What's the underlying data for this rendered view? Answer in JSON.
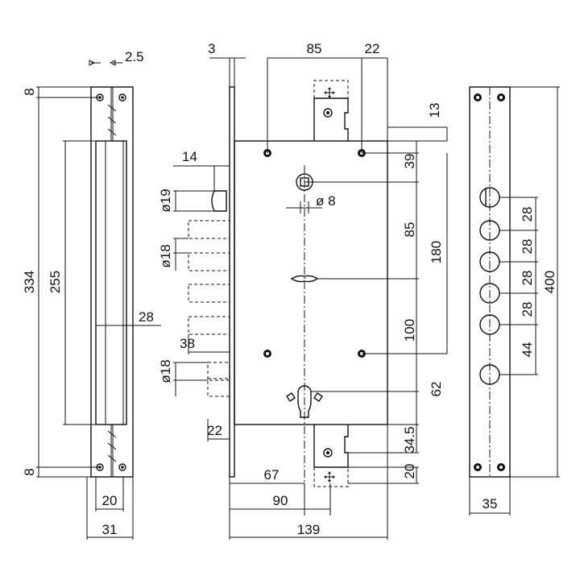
{
  "side_view": {
    "dims": {
      "d_2_5": "2.5",
      "d_8_top": "8",
      "d_334": "334",
      "d_255": "255",
      "d_28": "28",
      "d_8_bottom": "8",
      "d_20": "20",
      "d_31": "31"
    }
  },
  "front_view": {
    "dims": {
      "d_3": "3",
      "d_85_top": "85",
      "d_22_top": "22",
      "d_13": "13",
      "d_14": "14",
      "d_39": "39",
      "d_dia19": "ø19",
      "d_dia8": "ø 8",
      "d_85_mid": "85",
      "d_180": "180",
      "d_dia18_a": "ø18",
      "d_100": "100",
      "d_38": "38",
      "d_dia18_b": "ø18",
      "d_62": "62",
      "d_22_bottom": "22",
      "d_34_5": "34.5",
      "d_20": "20",
      "d_67": "67",
      "d_90": "90",
      "d_139": "139"
    }
  },
  "faceplate_view": {
    "dims": {
      "d_28_a": "28",
      "d_28_b": "28",
      "d_28_c": "28",
      "d_28_d": "28",
      "d_44": "44",
      "d_400": "400",
      "d_35": "35"
    }
  },
  "icons": [
    "cross-arrows-icon"
  ]
}
